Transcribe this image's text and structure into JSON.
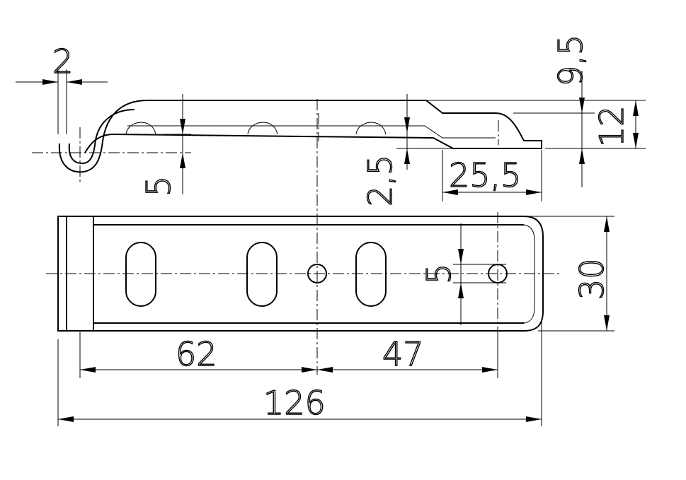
{
  "dimensions": {
    "hook_gap": "2",
    "top_offset": "9,5",
    "height_total": "12",
    "hook_depth": "5",
    "plate_step": "2,5",
    "tail_length": "25,5",
    "slot_width": "5",
    "plate_width": "30",
    "span_left": "62",
    "span_right": "47",
    "overall_length": "126"
  }
}
